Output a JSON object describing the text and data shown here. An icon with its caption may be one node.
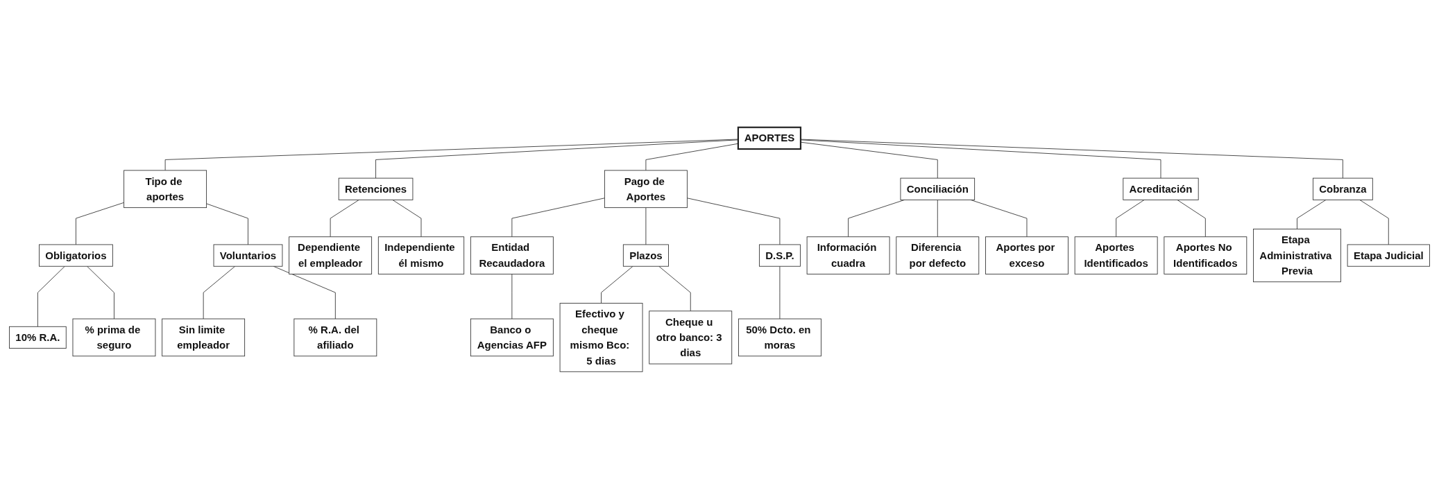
{
  "diagram": {
    "nodes": [
      {
        "text": [
          "APORTES"
        ]
      },
      {
        "text": [
          "Tipo de aportes"
        ]
      },
      {
        "text": [
          "Obligatorios"
        ]
      },
      {
        "text": [
          "10% R.A."
        ]
      },
      {
        "text": [
          "% prima de seguro"
        ]
      },
      {
        "text": [
          "Voluntarios"
        ]
      },
      {
        "text": [
          "Sin limite empleador"
        ]
      },
      {
        "text": [
          "% R.A. del afiliado"
        ]
      },
      {
        "text": [
          "Retenciones"
        ]
      },
      {
        "text": [
          "Dependiente el empleador"
        ]
      },
      {
        "text": [
          "Independiente él mismo"
        ]
      },
      {
        "text": [
          "Pago de Aportes"
        ]
      },
      {
        "text": [
          "Entidad Recaudadora"
        ]
      },
      {
        "text": [
          "Banco o Agencias AFP"
        ]
      },
      {
        "text": [
          "Plazos"
        ]
      },
      {
        "text": [
          "Efectivo y cheque mismo Bco: 5 dias"
        ]
      },
      {
        "text": [
          "Cheque u otro banco: 3 dias"
        ]
      },
      {
        "text": [
          "D.S.P."
        ]
      },
      {
        "text": [
          "50% Dcto. en moras"
        ]
      },
      {
        "text": [
          "Conciliación"
        ]
      },
      {
        "text": [
          "Información cuadra"
        ]
      },
      {
        "text": [
          "Diferencia por defecto"
        ]
      },
      {
        "text": [
          "Aportes por exceso"
        ]
      },
      {
        "text": [
          "Acreditación"
        ]
      },
      {
        "text": [
          "Aportes Identificados"
        ]
      },
      {
        "text": [
          "Aportes No Identificados"
        ]
      },
      {
        "text": [
          "Cobranza"
        ]
      },
      {
        "text": [
          "Etapa Administrativa Previa"
        ]
      },
      {
        "text": [
          "Etapa Judicial"
        ]
      }
    ],
    "edges": [
      {
        "from": 0,
        "to": 1,
        "arrow": "none"
      },
      {
        "from": 0,
        "to": 8,
        "arrow": "none"
      },
      {
        "from": 0,
        "to": 11,
        "arrow": "none"
      },
      {
        "from": 0,
        "to": 19,
        "arrow": "none"
      },
      {
        "from": 0,
        "to": 23,
        "arrow": "none"
      },
      {
        "from": 0,
        "to": 26,
        "arrow": "none"
      },
      {
        "from": 1,
        "to": 2,
        "arrow": "none"
      },
      {
        "from": 1,
        "to": 5,
        "arrow": "none"
      },
      {
        "from": 2,
        "to": 3,
        "arrow": "none"
      },
      {
        "from": 2,
        "to": 4,
        "arrow": "none"
      },
      {
        "from": 5,
        "to": 6,
        "arrow": "none"
      },
      {
        "from": 5,
        "to": 7,
        "arrow": "none"
      },
      {
        "from": 8,
        "to": 9,
        "arrow": "none"
      },
      {
        "from": 8,
        "to": 10,
        "arrow": "none"
      },
      {
        "from": 11,
        "to": 12,
        "arrow": "none"
      },
      {
        "from": 11,
        "to": 14,
        "arrow": "none"
      },
      {
        "from": 11,
        "to": 17,
        "arrow": "none"
      },
      {
        "from": 12,
        "to": 13,
        "arrow": "none"
      },
      {
        "from": 14,
        "to": 15,
        "arrow": "none"
      },
      {
        "from": 14,
        "to": 16,
        "arrow": "none"
      },
      {
        "from": 17,
        "to": 18,
        "arrow": "none"
      },
      {
        "from": 19,
        "to": 20,
        "arrow": "none"
      },
      {
        "from": 19,
        "to": 21,
        "arrow": "none"
      },
      {
        "from": 19,
        "to": 22,
        "arrow": "none"
      },
      {
        "from": 23,
        "to": 24,
        "arrow": "none"
      },
      {
        "from": 23,
        "to": 25,
        "arrow": "none"
      },
      {
        "from": 26,
        "to": 27,
        "arrow": "none"
      },
      {
        "from": 26,
        "to": 28,
        "arrow": "none"
      }
    ]
  }
}
